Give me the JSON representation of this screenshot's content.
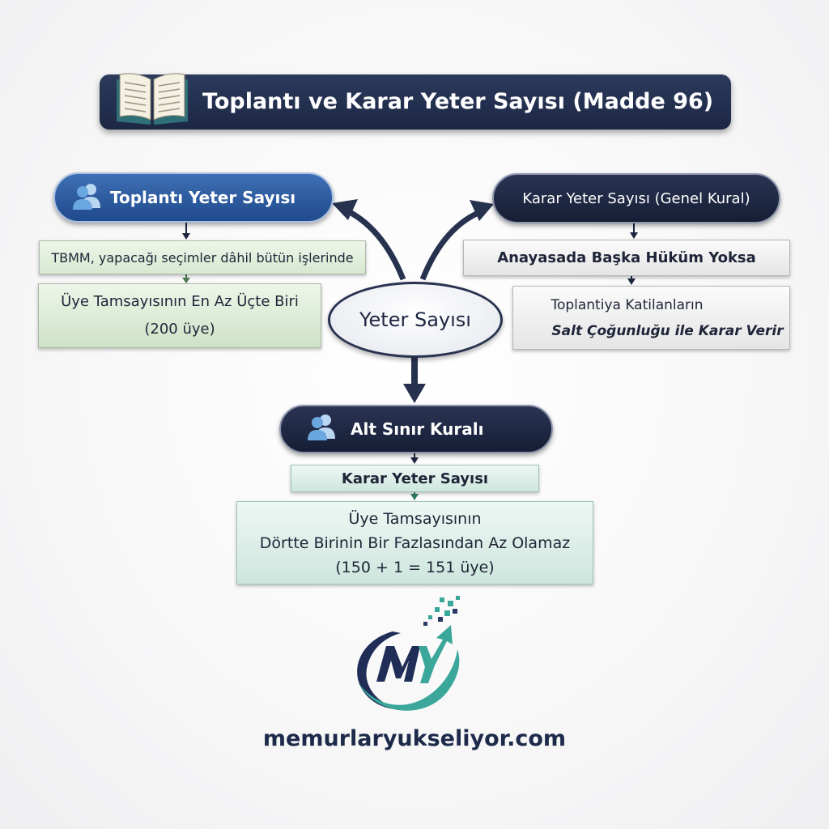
{
  "title": "Toplantı ve Karar Yeter Sayısı (Madde 96)",
  "center": "Yeter Sayısı",
  "left_branch": {
    "heading": "Toplantı Yeter Sayısı",
    "scope": "TBMM, yapacağı seçimler dâhil bütün işlerinde",
    "rule_line1": "Üye Tamsayısının En Az Üçte Biri",
    "rule_line2": "(200 üye)"
  },
  "right_branch": {
    "heading": "Karar Yeter Sayısı (Genel Kural)",
    "condition": "Anayasada Başka Hüküm Yoksa",
    "rule_line1": "Toplantiya Katilanların",
    "rule_line2": "Salt Çoğunluğu ile Karar Verir"
  },
  "bottom_branch": {
    "heading": "Alt Sınır Kuralı",
    "subheading": "Karar Yeter Sayısı",
    "rule_line1": "Üye Tamsayısının",
    "rule_line2": "Dörtte Birinin Bir Fazlasından Az Olamaz",
    "rule_line3": "(150 + 1 = 151 üye)"
  },
  "footer": {
    "website": "memurlaryukseliyor.com"
  },
  "icons": {
    "title": "book-icon",
    "branch": "users-icon",
    "logo": "my-logo"
  },
  "colors": {
    "navy": "#1c2744",
    "blue": "#2f5ea4",
    "green": "#d7e8d0",
    "teal": "#3aa79a"
  }
}
